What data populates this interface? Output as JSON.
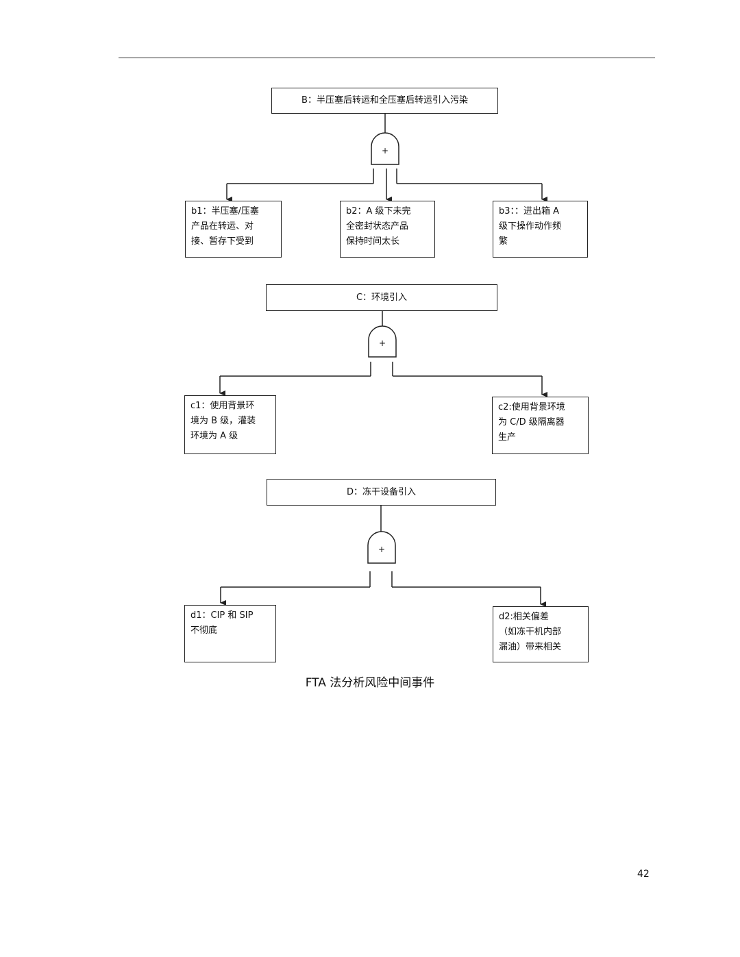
{
  "groups": {
    "b": {
      "title": "B：半压塞后转运和全压塞后转运引入污染",
      "gate": "+",
      "leaves": [
        "b1：半压塞/压塞\n产品在转运、对\n接、暂存下受到",
        "b2：A 级下未完\n全密封状态产品\n保持时间太长",
        "b3：：进出箱 A\n级下操作动作频\n繁"
      ]
    },
    "c": {
      "title": "C：环境引入",
      "gate": "+",
      "leaves": [
        "c1：使用背景环\n境为 B 级，灌装\n环境为 A 级",
        "c2:使用背景环境\n为 C/D 级隔离器\n生产"
      ]
    },
    "d": {
      "title": "D：冻干设备引入",
      "gate": "+",
      "leaves": [
        "d1：CIP 和 SIP\n不彻底",
        "d2:相关偏差\n（如冻干机内部\n漏油）带来相关"
      ]
    }
  },
  "caption": "FTA 法分析风险中间事件",
  "page_number": "42"
}
